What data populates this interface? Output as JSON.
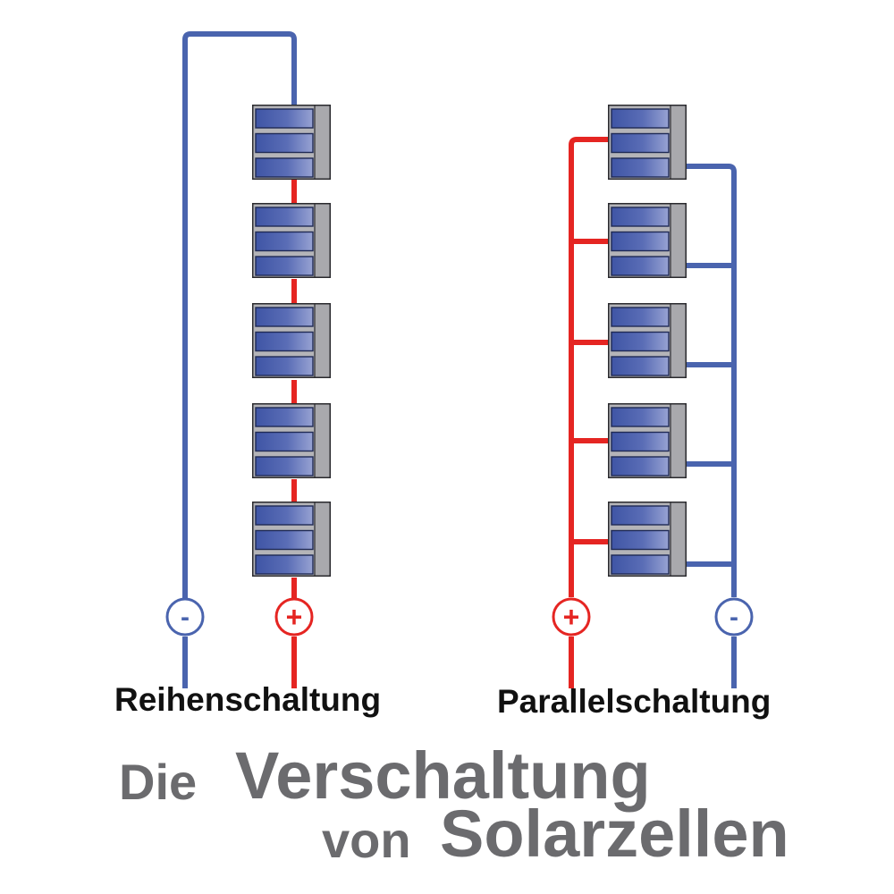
{
  "colors": {
    "negative_wire": "#4a64ae",
    "positive_wire": "#e52522",
    "cell_blue": "#4258a8",
    "cell_light": "#8a96cc",
    "cell_frame": "#b4b4b8",
    "title_gray": "#6b6b6e",
    "caption_black": "#111111"
  },
  "series_circuit": {
    "caption": "Reihenschaltung",
    "cell_count": 5,
    "terminal_negative": "-",
    "terminal_positive": "+"
  },
  "parallel_circuit": {
    "caption": "Parallelschaltung",
    "cell_count": 5,
    "terminal_positive": "+",
    "terminal_negative": "-"
  },
  "title": {
    "part1": "Die",
    "part2": "Verschaltung",
    "part3": "von",
    "part4": "Solarzellen"
  }
}
